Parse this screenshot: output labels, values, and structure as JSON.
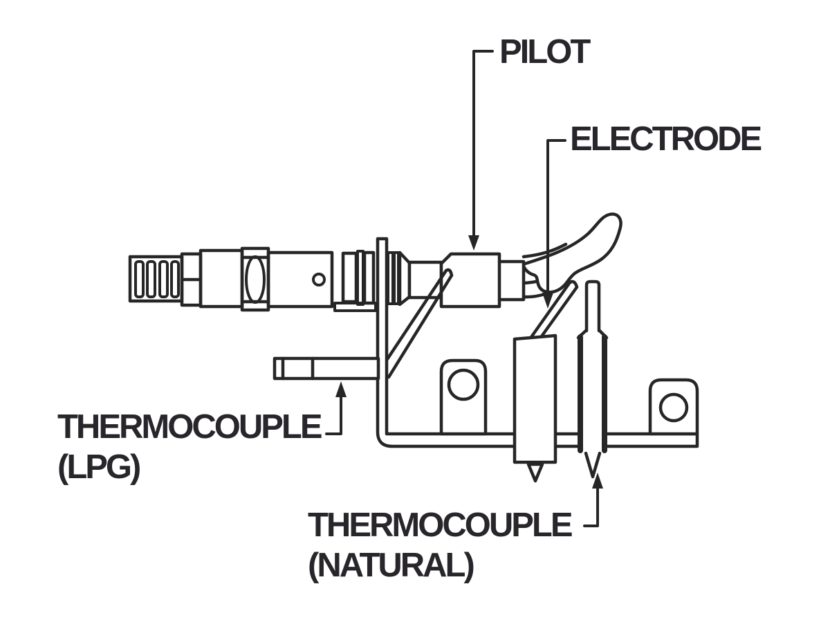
{
  "diagram": {
    "type": "technical-line-drawing",
    "subject": "pilot burner assembly with electrode and thermocouples",
    "colors": {
      "background": "#ffffff",
      "line": "#262626",
      "text": "#28262b"
    },
    "labels": {
      "pilot": "PILOT",
      "electrode": "ELECTRODE",
      "thermocouple_lpg": {
        "line1": "THERMOCOUPLE",
        "line2": "(LPG)"
      },
      "thermocouple_natural": {
        "line1": "THERMOCOUPLE",
        "line2": "(NATURAL)"
      }
    }
  }
}
